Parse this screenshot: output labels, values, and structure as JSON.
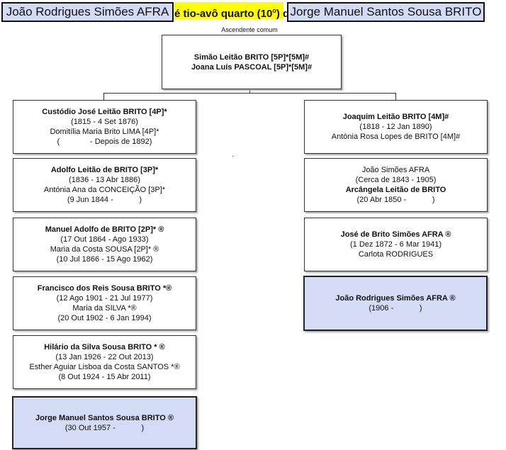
{
  "header": {
    "person_a": "João Rodrigues Simões AFRA",
    "relation_pre": "é tio-avô quarto (10",
    "relation_sup": "o",
    "relation_post": ") de",
    "person_b": "Jorge Manuel Santos Sousa BRITO"
  },
  "caption": "Ascendente comum",
  "root": {
    "line1": "Simão Leitão BRITO [5P]*[5M]#",
    "line2": "Joana Luís PASCOAL [5P]*[5M]#"
  },
  "left": [
    {
      "name": "Custódio José Leitão BRITO [4P]*",
      "dates": "(1815 - 4 Set 1876)",
      "spouse": "Domitília Maria Brito LIMA [4P]*",
      "spouse_dates": "(              - Depois de 1892)"
    },
    {
      "name": "Adolfo Leitão de BRITO [3P]*",
      "dates": "(1836 - 13 Abr 1886)",
      "spouse": "Antónia Ana da CONCEIÇÃO [3P]*",
      "spouse_dates": "(9 Jun 1844 -            )"
    },
    {
      "name": "Manuel Adolfo de BRITO [2P]* ®",
      "dates": "(17 Out 1864 - Ago 1933)",
      "spouse": "Maria da Costa SOUSA [2P]* ®",
      "spouse_dates": "(10 Jul 1866 - 15 Ago 1962)"
    },
    {
      "name": "Francisco dos Reis Sousa BRITO *®",
      "dates": "(12 Ago 1901 - 21 Jul 1977)",
      "spouse": "Maria da SILVA *®",
      "spouse_dates": "(20 Out 1902 - 6 Jan 1994)"
    },
    {
      "name": "Hilário da Silva Sousa BRITO * ®",
      "dates": "(13 Jan 1926 - 22 Out 2013)",
      "spouse": "Esther Aguiar Lisboa da Costa SANTOS *®",
      "spouse_dates": "(8 Out 1924 - 15 Abr 2011)"
    },
    {
      "name": "Jorge Manuel Santos Sousa BRITO ®",
      "dates": "(30 Out 1957 -            )",
      "spouse": "",
      "spouse_dates": ""
    }
  ],
  "right": [
    {
      "name": "Joaquim Leitão BRITO [4M]#",
      "dates": "(1818 - 12 Jan 1890)",
      "spouse": "Antónia Rosa Lopes de BRITO [4M]#",
      "spouse_dates": ""
    },
    {
      "name": "João Simões AFRA",
      "dates": "(Cerca de 1843 - 1905)",
      "spouse": "Arcângela Leitão de BRITO",
      "spouse_dates": "(20 Abr 1850 -            )"
    },
    {
      "name": "José de Brito Simões AFRA ®",
      "dates": "(1 Dez 1872 - 6 Mar 1941)",
      "spouse": "Carlota RODRIGUES",
      "spouse_dates": ""
    },
    {
      "name": "João Rodrigues Simões AFRA ®",
      "dates": "(1906 -            )",
      "spouse": "",
      "spouse_dates": ""
    }
  ],
  "dot": "."
}
